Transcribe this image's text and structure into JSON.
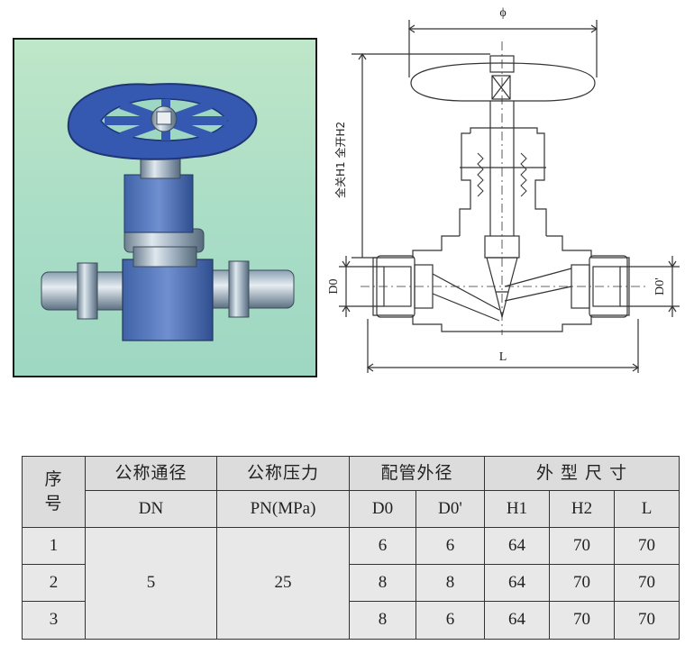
{
  "drawing": {
    "dim_top": "ϕ",
    "dim_left_vertical": "全关H1 全开H2",
    "dim_d0_left": "D0",
    "dim_d0_right": "D0'",
    "dim_bottom": "L"
  },
  "table": {
    "header_row1": {
      "seq": "序号",
      "nominal_diameter": "公称通径",
      "nominal_pressure": "公称压力",
      "pipe_od": "配管外径",
      "dimensions": "外 型 尺 寸"
    },
    "header_row2": {
      "dn": "DN",
      "pn": "PN(MPa)",
      "d0": "D0",
      "d0p": "D0'",
      "h1": "H1",
      "h2": "H2",
      "l": "L"
    },
    "merged": {
      "dn_value": "5",
      "pn_value": "25"
    },
    "rows": [
      {
        "seq": "1",
        "d0": "6",
        "d0p": "6",
        "h1": "64",
        "h2": "70",
        "l": "70"
      },
      {
        "seq": "2",
        "d0": "8",
        "d0p": "8",
        "h1": "64",
        "h2": "70",
        "l": "70"
      },
      {
        "seq": "3",
        "d0": "8",
        "d0p": "6",
        "h1": "64",
        "h2": "70",
        "l": "70"
      }
    ]
  }
}
